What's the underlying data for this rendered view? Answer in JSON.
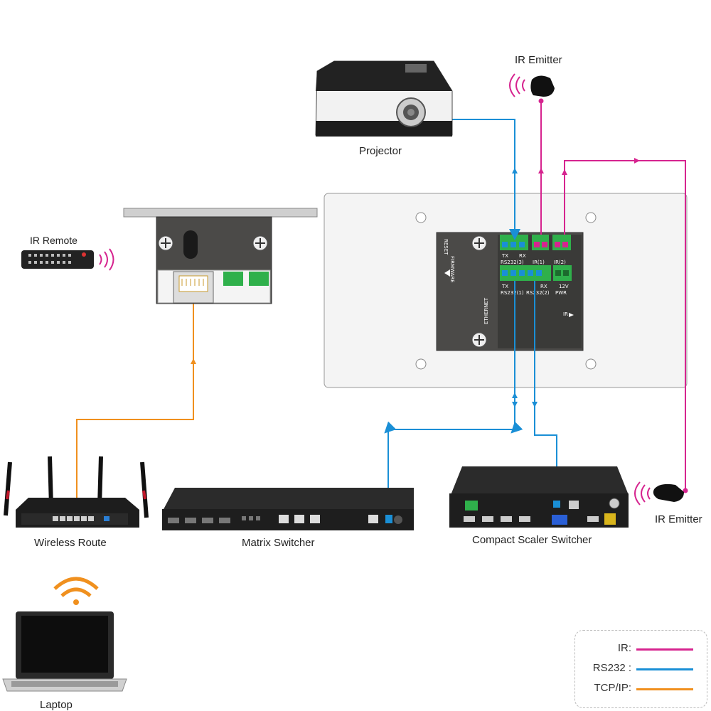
{
  "labels": {
    "projector": "Projector",
    "ir_emitter_top": "IR Emitter",
    "ir_emitter_right": "IR Emitter",
    "ir_remote": "IR Remote",
    "wireless_router": "Wireless Route",
    "matrix_switcher": "Matrix Switcher",
    "compact_scaler": "Compact Scaler Switcher",
    "laptop": "Laptop"
  },
  "panel": {
    "reset": "RESET",
    "firmware": "FIRMWARE",
    "ethernet": "ETHERNET",
    "ir_out": "IR",
    "tx": "TX",
    "rx": "RX",
    "rs232_3": "RS232(3)",
    "ir1": "IR(1)",
    "ir2": "IR(2)",
    "rs232_1": "RS232(1)",
    "rs232_2": "RS232(2)",
    "v12": "12V",
    "pwr": "PWR"
  },
  "legend": [
    {
      "label": "IR:",
      "color": "#d6248f"
    },
    {
      "label": "RS232 :",
      "color": "#1a8fd6"
    },
    {
      "label": "TCP/IP:",
      "color": "#f0901e"
    }
  ],
  "colors": {
    "ir": "#d6248f",
    "rs232": "#1a8fd6",
    "tcpip": "#f0901e"
  }
}
